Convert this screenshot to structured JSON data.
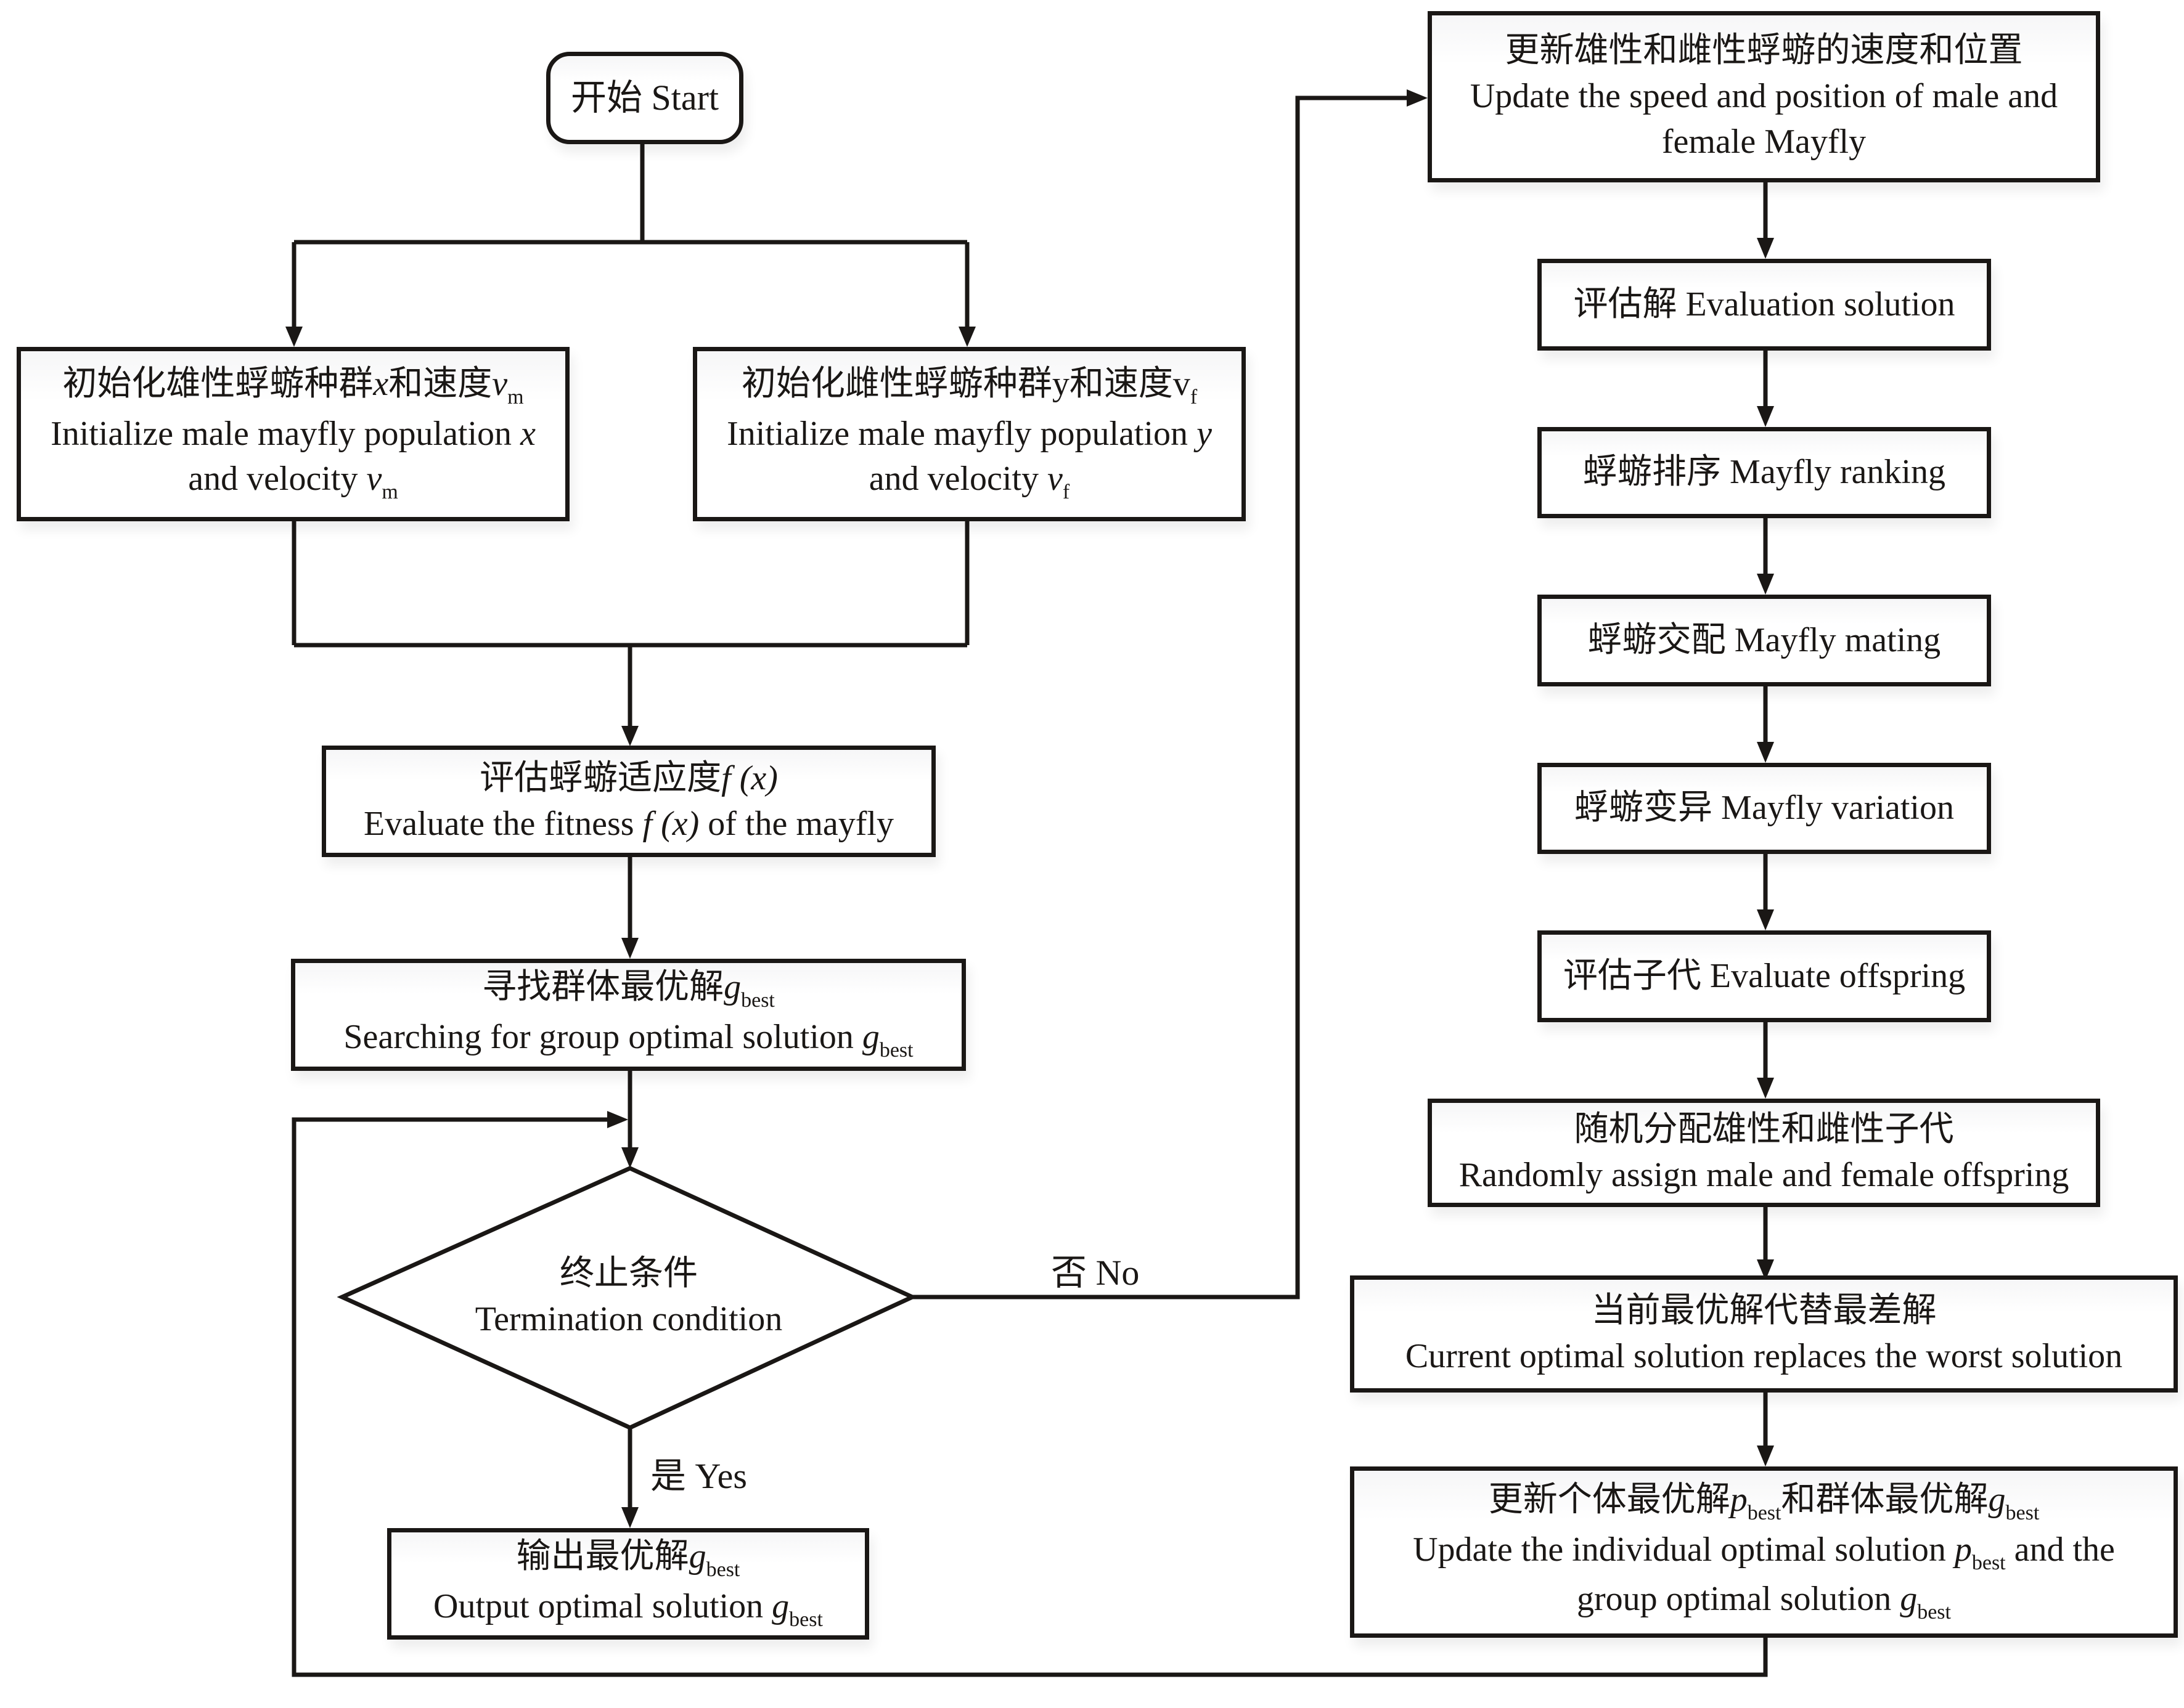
{
  "diagram": {
    "type": "flowchart",
    "title": "Mayfly algorithm flowchart"
  },
  "nodes": {
    "start": {
      "zh": "开始",
      "en": "Start"
    },
    "init_male": {
      "zh_pre": "初始化雄性蜉蝣种群",
      "zh_var": "x",
      "zh_mid": "和速度",
      "zh_sym": "v",
      "zh_sub": "m",
      "en1_pre": "Initialize male mayfly population ",
      "en1_var": "x",
      "en2_pre": "and velocity ",
      "en2_sym": "v",
      "en2_sub": "m"
    },
    "init_female": {
      "zh_pre": "初始化雌性蜉蝣种群",
      "zh_var": "y",
      "zh_mid": "和速度",
      "zh_sym": "v",
      "zh_sub": "f",
      "en1_pre": "Initialize male mayfly population ",
      "en1_var": "y",
      "en2_pre": "and velocity ",
      "en2_sym": "v",
      "en2_sub": "f"
    },
    "evaluate_fitness": {
      "zh_pre": "评估蜉蝣适应度",
      "zh_fx": "f (x)",
      "en_pre": "Evaluate the fitness ",
      "en_fx": "f (x)",
      "en_post": " of the mayfly"
    },
    "search_gbest": {
      "zh_pre": "寻找群体最优解",
      "zh_sym": "g",
      "zh_sub": "best",
      "en_pre": "Searching for group optimal solution ",
      "en_sym": "g",
      "en_sub": "best"
    },
    "termination": {
      "zh": "终止条件",
      "en": "Termination condition"
    },
    "output": {
      "zh_pre": "输出最优解",
      "zh_sym": "g",
      "zh_sub": "best",
      "en_pre": "Output optimal solution ",
      "en_sym": "g",
      "en_sub": "best"
    },
    "update_speed": {
      "zh": "更新雄性和雌性蜉蝣的速度和位置",
      "en1": "Update the speed and position of male and",
      "en2": "female Mayfly"
    },
    "evaluation_solution": {
      "zh": "评估解",
      "en": "Evaluation solution"
    },
    "ranking": {
      "zh": "蜉蝣排序",
      "en": "Mayfly ranking"
    },
    "mating": {
      "zh": "蜉蝣交配",
      "en": "Mayfly mating"
    },
    "variation": {
      "zh": "蜉蝣变异",
      "en": "Mayfly variation"
    },
    "evaluate_offspring": {
      "zh": "评估子代",
      "en": "Evaluate offspring"
    },
    "random_assign": {
      "zh": "随机分配雄性和雌性子代",
      "en": "Randomly assign male and female offspring"
    },
    "replace_worst": {
      "zh": "当前最优解代替最差解",
      "en": "Current optimal solution replaces the worst solution"
    },
    "update_best": {
      "zh_pre": "更新个体最优解",
      "zh_p": "p",
      "zh_p_sub": "best",
      "zh_mid": "和群体最优解",
      "zh_g": "g",
      "zh_g_sub": "best",
      "en1_pre": "Update the individual optimal solution ",
      "en1_p": "p",
      "en1_p_sub": "best",
      "en1_post": " and the",
      "en2_pre": "group optimal solution ",
      "en2_g": "g",
      "en2_g_sub": "best"
    }
  },
  "edge_labels": {
    "no": "否 No",
    "yes": "是 Yes"
  },
  "colors": {
    "stroke": "#1a1715",
    "background": "#ffffff"
  }
}
